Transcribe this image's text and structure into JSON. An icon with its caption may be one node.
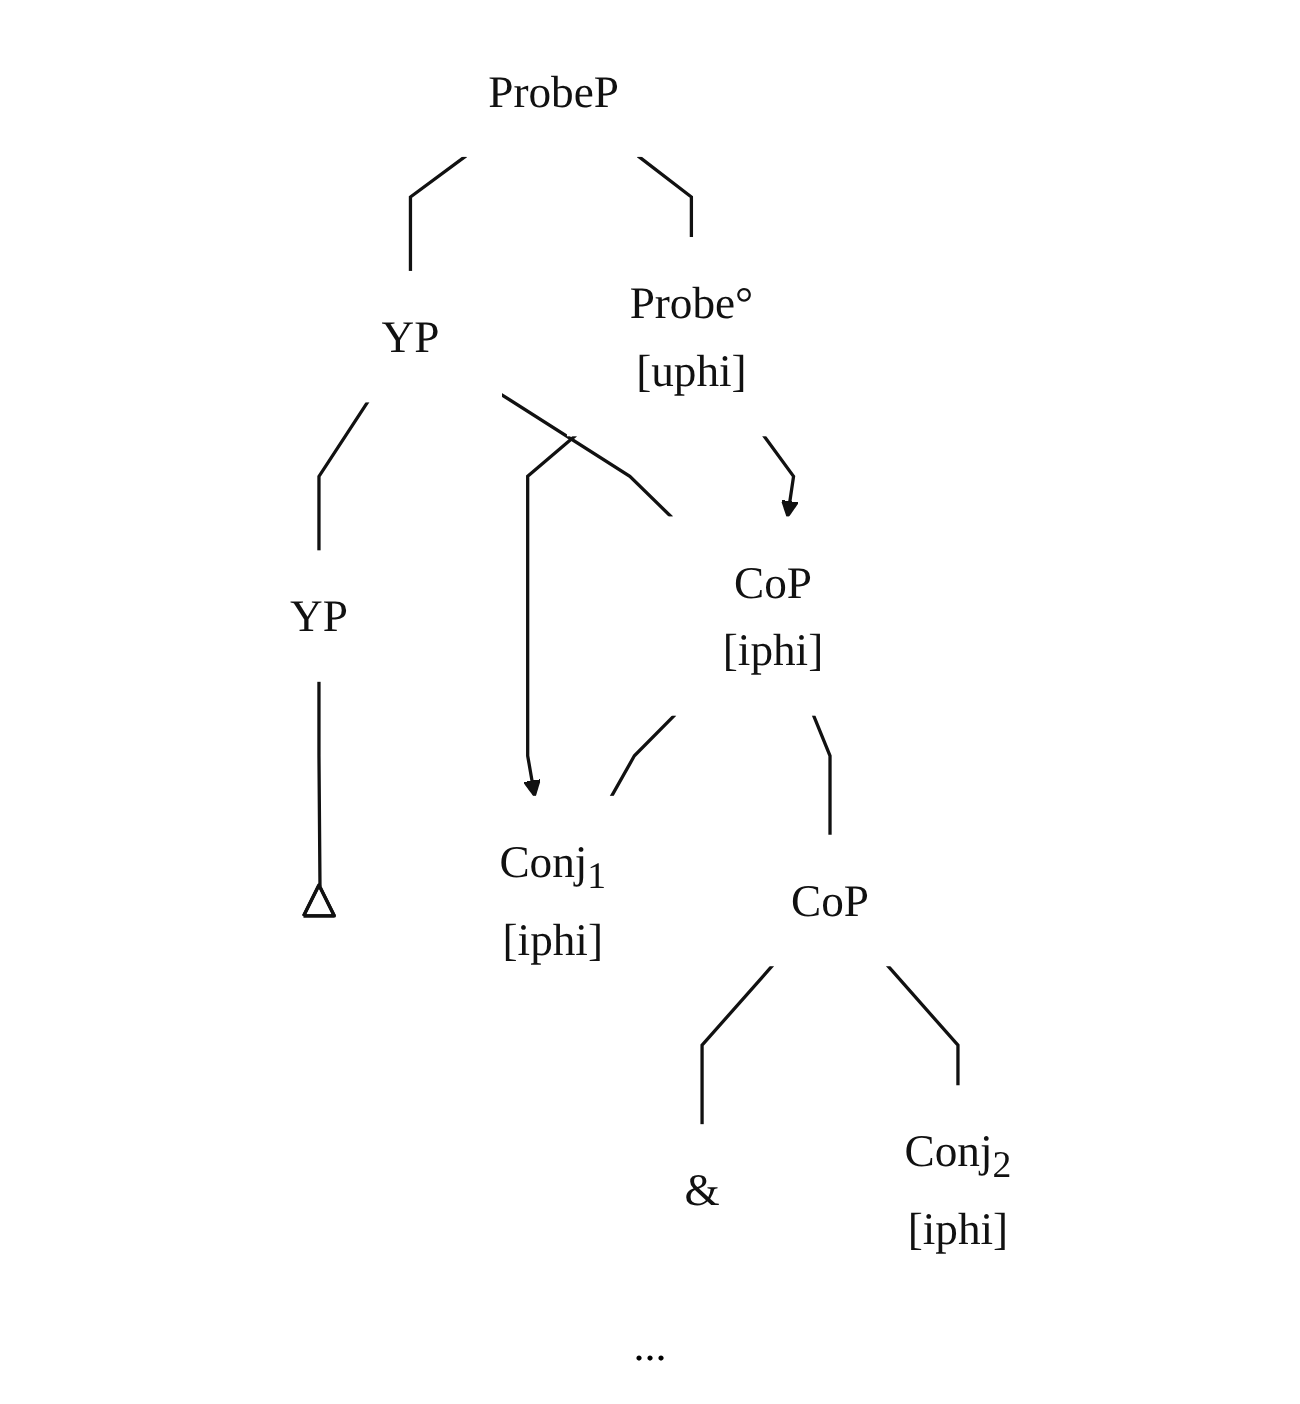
{
  "diagram": {
    "nodes": [
      {
        "text": [
          "ProbeP"
        ]
      },
      {
        "text": [
          "Probe°",
          "[uphi]"
        ]
      },
      {
        "text": [
          "YP"
        ]
      },
      {
        "text": [
          "CoP",
          "[iphi]"
        ]
      },
      {
        "text": [
          "YP"
        ]
      },
      {
        "text": [],
        "shape": "triangle"
      },
      {
        "text": [
          "Conj$_{1}$",
          "[iphi]"
        ]
      },
      {
        "text": [
          "CoP"
        ]
      },
      {
        "text": [
          "&"
        ]
      },
      {
        "text": [
          "Conj$_{2}$",
          "[iphi]"
        ]
      }
    ],
    "edges": [
      {
        "from": 0,
        "to": 1,
        "arrow": "none"
      },
      {
        "from": 0,
        "to": 2,
        "arrow": "none"
      },
      {
        "from": 2,
        "to": 3,
        "arrow": "none"
      },
      {
        "from": 2,
        "to": 4,
        "arrow": "none"
      },
      {
        "from": 4,
        "to": 5,
        "arrow": "none"
      },
      {
        "from": 1,
        "to": 3,
        "arrow": "to"
      },
      {
        "from": 1,
        "to": 6,
        "arrow": "to"
      },
      {
        "from": 3,
        "to": 6,
        "arrow": "none"
      },
      {
        "from": 3,
        "to": 7,
        "arrow": "none"
      },
      {
        "from": 7,
        "to": 8,
        "arrow": "none"
      },
      {
        "from": 7,
        "to": 9,
        "arrow": "none"
      }
    ],
    "labels": [
      "..."
    ]
  }
}
